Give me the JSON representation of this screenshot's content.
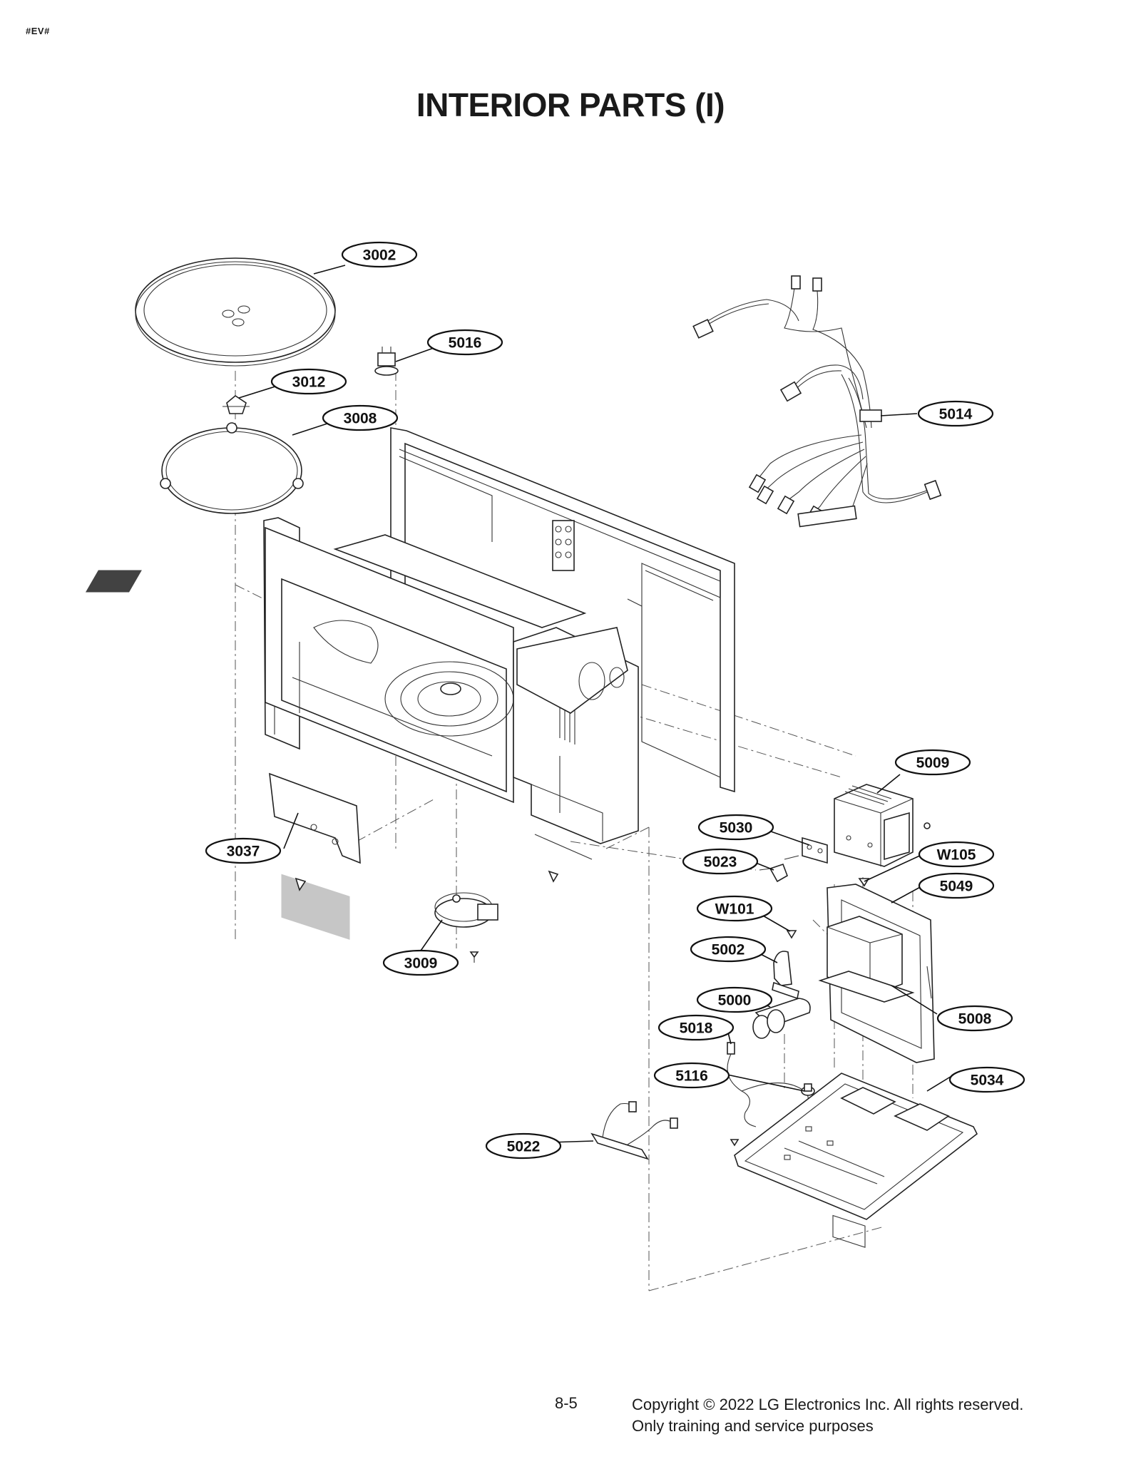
{
  "document": {
    "tag": "#EV#",
    "title": "INTERIOR PARTS (I)"
  },
  "callouts": [
    {
      "id": "c3002",
      "label": "3002"
    },
    {
      "id": "c5016",
      "label": "5016"
    },
    {
      "id": "c3012",
      "label": "3012"
    },
    {
      "id": "c3008",
      "label": "3008"
    },
    {
      "id": "c5014",
      "label": "5014"
    },
    {
      "id": "c5009",
      "label": "5009"
    },
    {
      "id": "c5030",
      "label": "5030"
    },
    {
      "id": "c3037",
      "label": "3037"
    },
    {
      "id": "c5023",
      "label": "5023"
    },
    {
      "id": "cW105",
      "label": "W105"
    },
    {
      "id": "c5049",
      "label": "5049"
    },
    {
      "id": "cW101",
      "label": "W101"
    },
    {
      "id": "c3009",
      "label": "3009"
    },
    {
      "id": "c5002",
      "label": "5002"
    },
    {
      "id": "c5000",
      "label": "5000"
    },
    {
      "id": "c5008",
      "label": "5008"
    },
    {
      "id": "c5018",
      "label": "5018"
    },
    {
      "id": "c5116",
      "label": "5116"
    },
    {
      "id": "c5034",
      "label": "5034"
    },
    {
      "id": "c5022",
      "label": "5022"
    }
  ],
  "footer": {
    "page_number": "8-5",
    "copyright": "Copyright © 2022 LG Electronics Inc. All rights reserved.",
    "notice": "Only training and service purposes"
  }
}
